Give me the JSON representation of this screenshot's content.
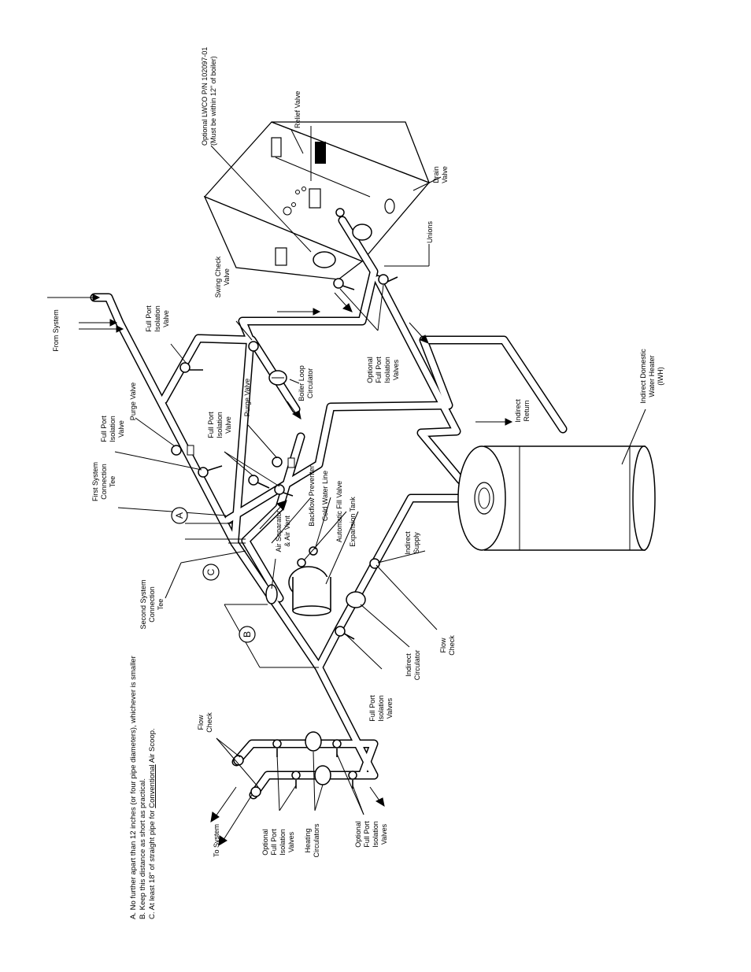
{
  "labels": {
    "from_system": "From System",
    "to_system": "To System",
    "lwco_line1": "Optional LWCO P/N 102097-01",
    "lwco_line2": "(Must be within 12\" of boiler)",
    "relief_valve": "Relief Valve",
    "drain_valve_1": "Drain",
    "drain_valve_2": "Valve",
    "unions": "Unions",
    "swing_check_1": "Swing Check",
    "swing_check_2": "Valve",
    "fpiv_top_1": "Full Port",
    "fpiv_top_2": "Isolation",
    "fpiv_top_3": "Valve",
    "opt_fpiv_boiler_1": "Optional",
    "opt_fpiv_boiler_2": "Full Port",
    "opt_fpiv_boiler_3": "Isolation",
    "opt_fpiv_boiler_4": "Valves",
    "boiler_loop_circ_1": "Boiler Loop",
    "boiler_loop_circ_2": "Circulator",
    "purge_valve_mid": "Purge Valve",
    "fpiv_mid_1": "Full Port",
    "fpiv_mid_2": "Isolation",
    "fpiv_mid_3": "Valve",
    "purge_valve_left": "Purge Valve",
    "fpiv_left_1": "Full Port",
    "fpiv_left_2": "Isolation",
    "fpiv_left_3": "Valve",
    "first_tee_1": "First System",
    "first_tee_2": "Connection",
    "first_tee_3": "Tee",
    "backflow_preventer": "Backflow Preventer",
    "cold_water_line": "Cold Water Line",
    "auto_fill_valve": "Automatic Fill Valve",
    "expansion_tank": "Expansion Tank",
    "air_sep_1": "Air Separator",
    "air_sep_2": "& Air Vent",
    "second_tee_1": "Second System",
    "second_tee_2": "Connection",
    "second_tee_3": "Tee",
    "indirect_return_1": "Indirect",
    "indirect_return_2": "Return",
    "iwh_1": "Indirect Domestic",
    "iwh_2": "Water Heater",
    "iwh_3": "(IWH)",
    "indirect_supply_1": "Indirect",
    "indirect_supply_2": "Supply",
    "flow_check_right_1": "Flow",
    "flow_check_right_2": "Check",
    "indirect_circ_1": "Indirect",
    "indirect_circ_2": "Circulator",
    "fpiv_bottom_1": "Full Port",
    "fpiv_bottom_2": "Isolation",
    "fpiv_bottom_3": "Valves",
    "flow_check_left_1": "Flow",
    "flow_check_left_2": "Check",
    "opt_fpiv_left_1": "Optional",
    "opt_fpiv_left_2": "Full Port",
    "opt_fpiv_left_3": "Isolation",
    "opt_fpiv_left_4": "Valves",
    "heating_circ_1": "Heating",
    "heating_circ_2": "Circulators",
    "opt_fpiv_right_1": "Optional",
    "opt_fpiv_right_2": "Full Port",
    "opt_fpiv_right_3": "Isolation",
    "opt_fpiv_right_4": "Valves",
    "letter_a": "A",
    "letter_b": "B",
    "letter_c": "C"
  },
  "notes": {
    "a": "A. No further apart than 12 inches (or four pipe diameters), whichever is smaller",
    "b": "B. Keep this distance as short as practical.",
    "c_prefix": "C. At least 18\" of straight pipe for ",
    "c_underlined": "Conventional",
    "c_suffix": " Air Scoop."
  }
}
